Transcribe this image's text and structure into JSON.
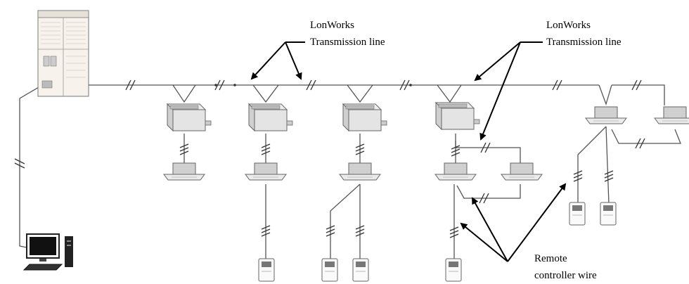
{
  "labels": {
    "lonworks_left_1": "LonWorks",
    "lonworks_left_2": "Transmission line",
    "lonworks_right_1": "LonWorks",
    "lonworks_right_2": "Transmission line",
    "remote_1": "Remote",
    "remote_2": "controller wire"
  },
  "colors": {
    "line": "#555555",
    "unit_fill": "#d8d8d8",
    "unit_stroke": "#666666",
    "arrow": "#000000"
  },
  "icons": {
    "outdoor_unit": "outdoor-unit-icon",
    "computer": "computer-icon",
    "duct_unit": "duct-indoor-unit-icon",
    "cassette_unit": "cassette-indoor-unit-icon",
    "remote_controller": "remote-controller-icon"
  }
}
